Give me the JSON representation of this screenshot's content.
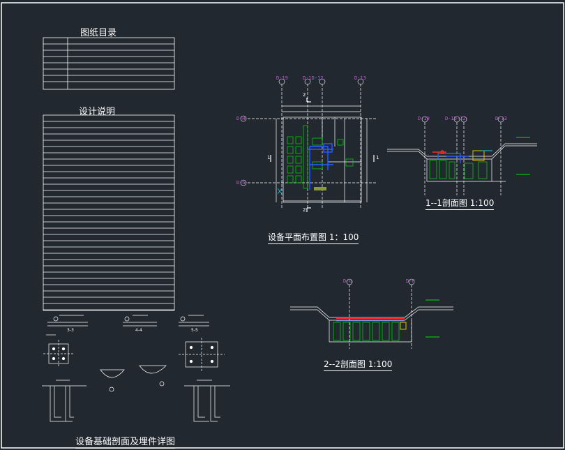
{
  "drawing": {
    "index_title": "图纸目录",
    "design_notes_title": "设计说明",
    "plan_title": "设备平面布置图 1：100",
    "section_1_title": "1--1剖面图 1:100",
    "section_2_title": "2--2剖面图 1:100",
    "foundation_title": "设备基础剖面及埋件详图",
    "axis_labels_plan": [
      "D-19",
      "D-1D-12",
      "D-13"
    ],
    "axis_labels_plan_side": [
      "D-H",
      "D-G"
    ],
    "axis_labels_section1": [
      "D-19",
      "D-1D-12",
      "D-13"
    ],
    "axis_labels_section2": [
      "D-G",
      "D-H"
    ],
    "section_markers": [
      "2",
      "2",
      "1",
      "1"
    ],
    "detail_labels": [
      "3-3",
      "4-4",
      "5-5"
    ]
  },
  "colors": {
    "background": "#212830",
    "lines": "#ffffff",
    "axis": "#c05bd0",
    "equipment_green": "#00e000",
    "equipment_blue": "#2a5cff",
    "equipment_red": "#ff2a2a",
    "equipment_cyan": "#1ad0e0",
    "equipment_yellow": "#e0c000"
  }
}
